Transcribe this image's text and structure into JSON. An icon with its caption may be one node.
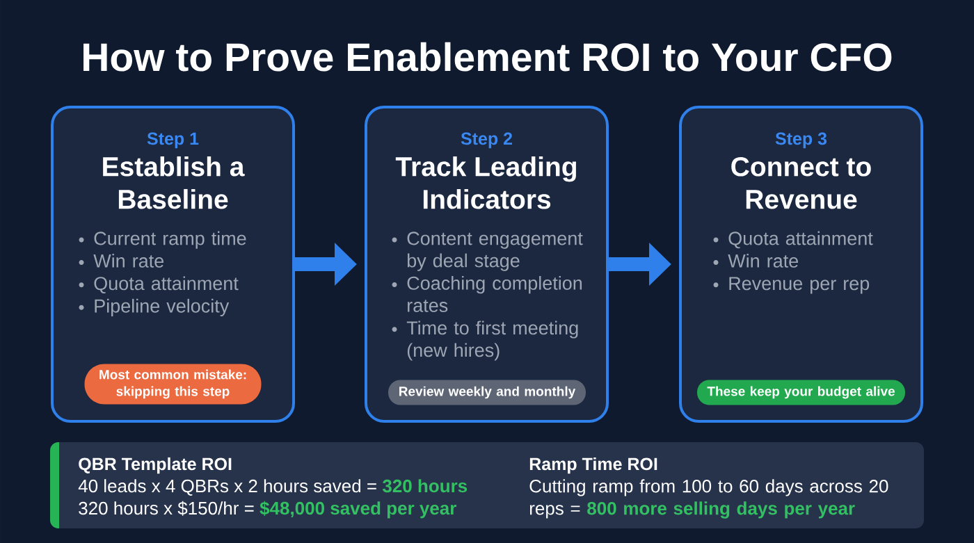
{
  "diagram": {
    "title": "How to Prove Enablement ROI to Your CFO",
    "nodes": [
      {
        "text": [
          "Step 1",
          "Establish a Baseline",
          "Current ramp time",
          "Win rate",
          "Quota attainment",
          "Pipeline velocity"
        ]
      },
      {
        "text": [
          "Most common mistake: skipping this step"
        ],
        "in": 0
      },
      {
        "text": [
          "Step 2",
          "Track Leading Indicators",
          "Content engagement by deal stage",
          "Coaching completion rates",
          "Time to first meeting (new hires)"
        ]
      },
      {
        "text": [
          "Review weekly and monthly"
        ],
        "in": 2
      },
      {
        "text": [
          "Step 3",
          "Connect to Revenue",
          "Quota attainment",
          "Win rate",
          "Revenue per rep"
        ]
      },
      {
        "text": [
          "These keep your budget alive"
        ],
        "in": 4
      },
      {
        "text": [
          "QBR Template ROI",
          "40 leads x 4 QBRs x 2 hours saved = **320 hours**",
          "320 hours x $150/hr = **$48,000 saved per year**",
          "Ramp Time ROI",
          "Cutting ramp from 100 to 60 days across 20 reps = **800 more selling days per year**"
        ]
      }
    ],
    "edges": [
      {
        "from": 0,
        "to": 2,
        "arrow": "to"
      },
      {
        "from": 2,
        "to": 4,
        "arrow": "to"
      }
    ]
  }
}
